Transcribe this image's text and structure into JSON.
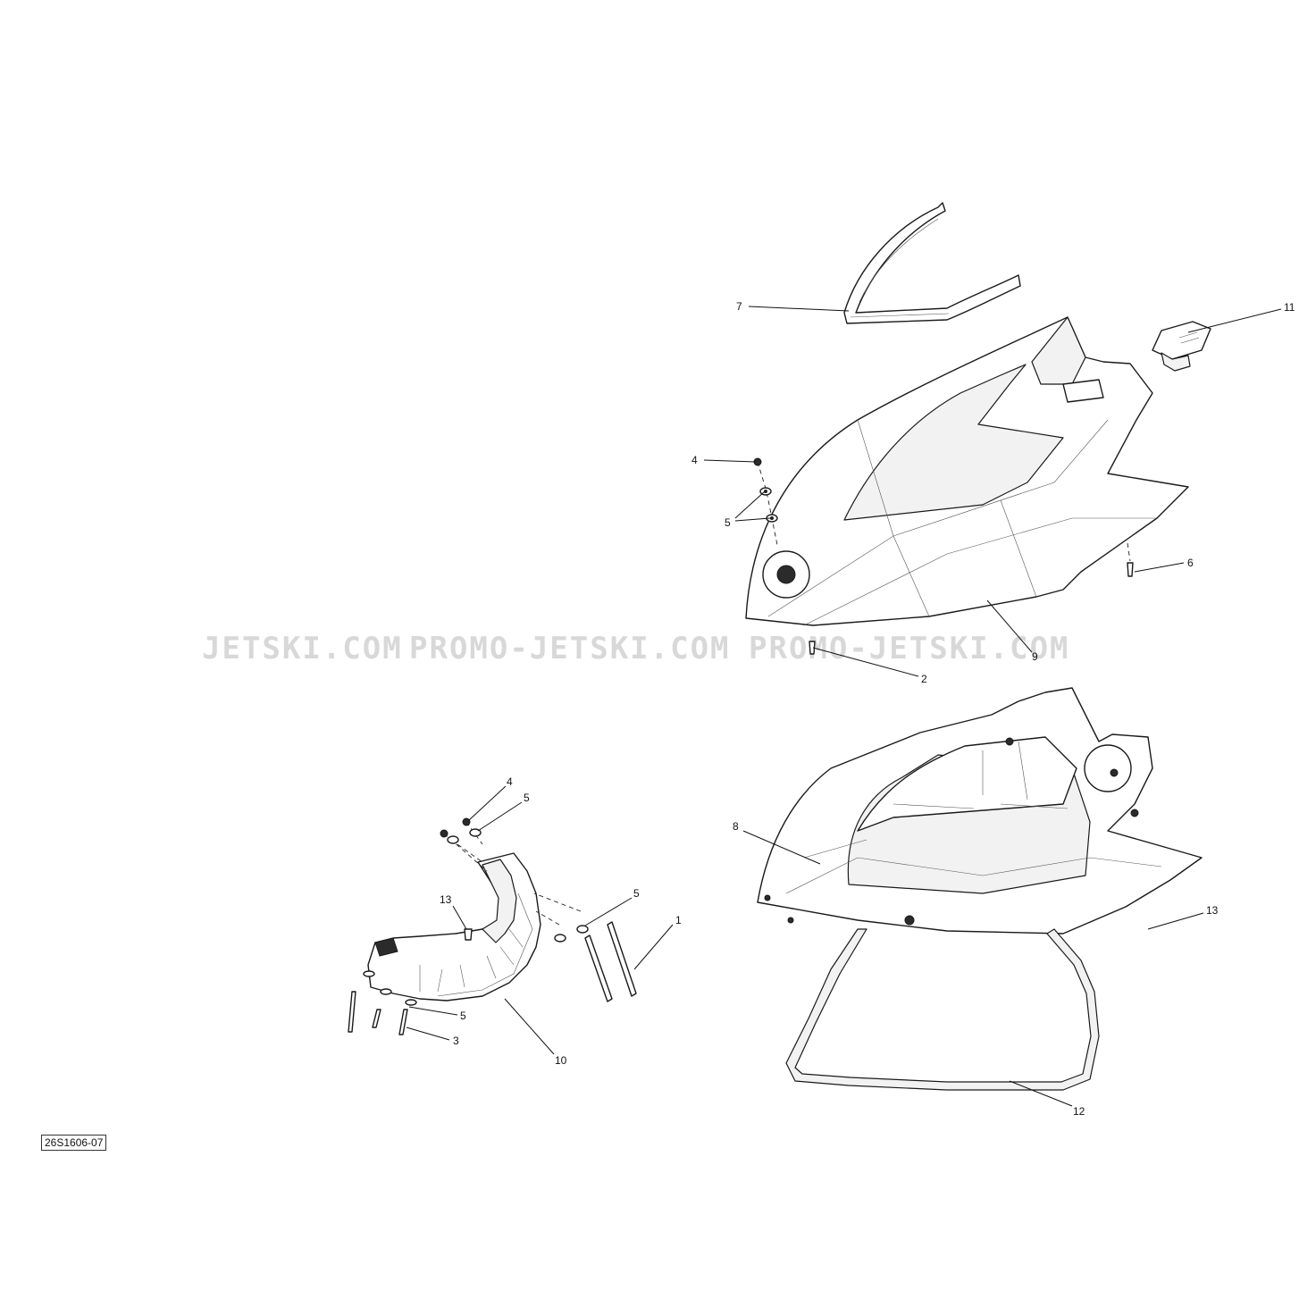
{
  "watermarks": [
    "JETSKI.COM",
    "PROMO-JETSKI.COM",
    "PROMO-JETSKI.COM"
  ],
  "drawing_code": "26S1606-07",
  "callouts": {
    "c7": "7",
    "c11": "11",
    "c4_top": "4",
    "c5_top": "5",
    "c6": "6",
    "c2": "2",
    "c9": "9",
    "c4_left": "4",
    "c5_left_top": "5",
    "c13_left": "13",
    "c5_left_mid": "5",
    "c1": "1",
    "c5_left_bottom": "5",
    "c3": "3",
    "c10": "10",
    "c8": "8",
    "c13_right": "13",
    "c12": "12"
  }
}
